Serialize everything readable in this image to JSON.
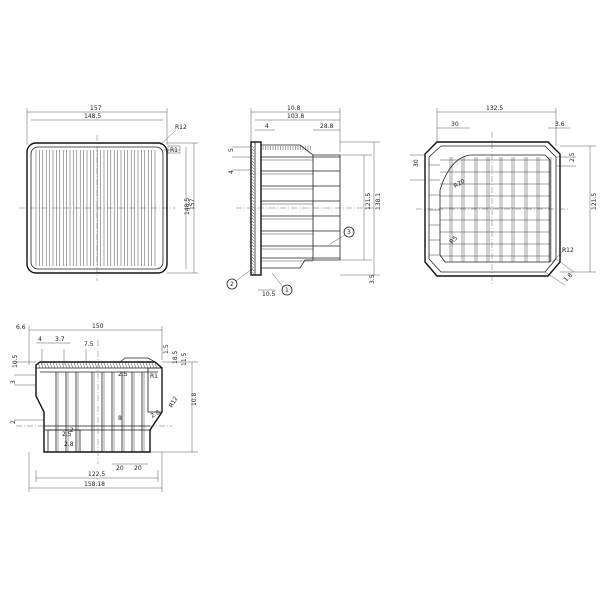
{
  "views": {
    "top_left": {
      "dims": {
        "overall_width": "157",
        "inner_width": "148.5",
        "corner_radius": "R12",
        "corner_radius_small": "R1",
        "height_outer": "157",
        "height_inner": "148.5"
      }
    },
    "top_middle": {
      "dims": {
        "overall_width": "10.8",
        "inner_width": "103.8",
        "wall": "4",
        "depth": "28.8",
        "side_small_a": "5",
        "side_small_b": "4",
        "height_a": "121.5",
        "height_b": "138.1",
        "bottom_gap": "10.5",
        "right_small": "3.5"
      },
      "callouts": [
        "1",
        "2",
        "3"
      ]
    },
    "top_right": {
      "dims": {
        "overall_width": "132.5",
        "offset_left": "30",
        "right_small": "3.6",
        "left_small": "30",
        "right_side": "2.5",
        "radius_inner": "R20",
        "radius_diag": "R5",
        "height": "121.5",
        "corner_r": "R12",
        "corner_small": "1.8"
      }
    },
    "bottom": {
      "dims": {
        "top_left_small": "6.6",
        "overall_top": "150",
        "a": "4",
        "b": "3.7",
        "c": "7.5",
        "side_a": "10.5",
        "side_b": "3",
        "side_c": "2",
        "right_a": "1.5",
        "right_b": "18.5",
        "right_c": "11.5",
        "right_d": "2.8",
        "right_height": "10.8",
        "mid_a": "2.5",
        "mid_b": "8",
        "r_a": "R12",
        "r_b": "R1",
        "low_a": "2.5",
        "low_b": "2.8",
        "low_small": "2",
        "bottom_a": "20",
        "bottom_b": "20",
        "width_a": "122.5",
        "width_b": "158.18"
      }
    }
  }
}
